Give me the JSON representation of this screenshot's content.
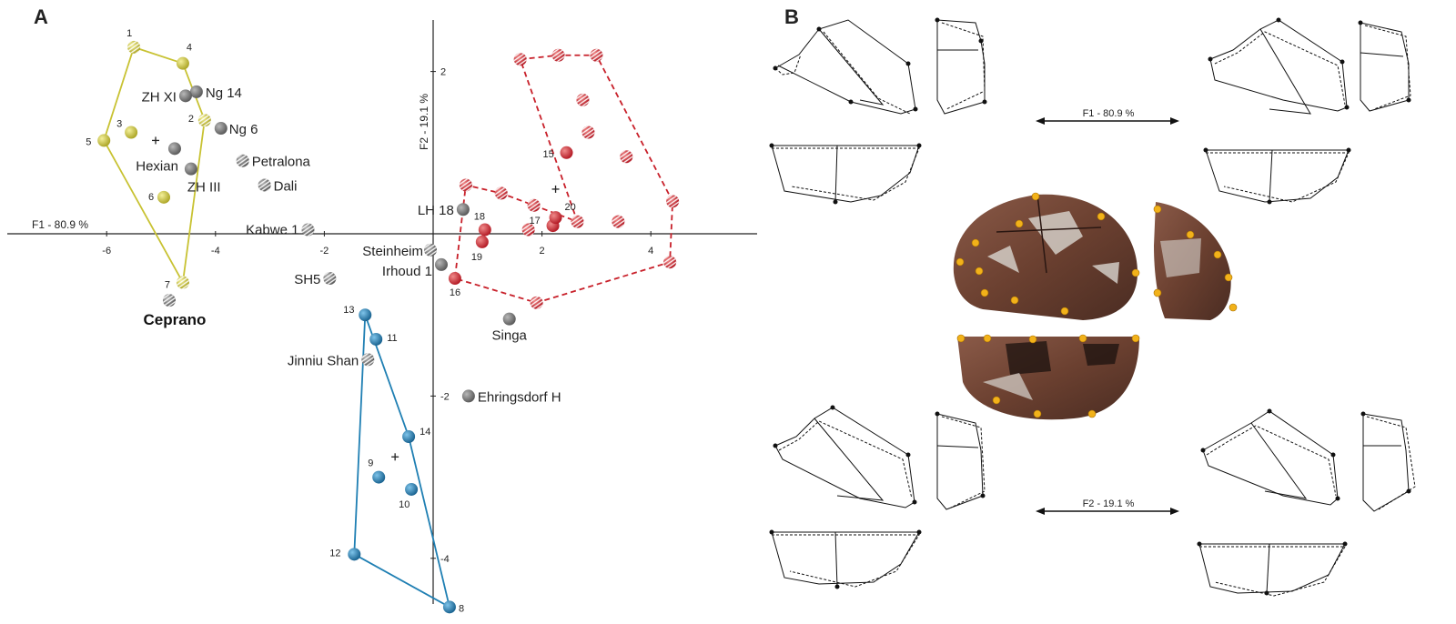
{
  "panels": {
    "a": "A",
    "b": "B"
  },
  "chart_data": {
    "type": "scatter",
    "xlabel": "F1 - 80.9 %",
    "ylabel": "F2 - 19.1 %",
    "xlim": [
      -7.8,
      6
    ],
    "ylim": [
      -4.7,
      2.6
    ],
    "xticks": [
      -6,
      -4,
      -2,
      2,
      4
    ],
    "yticks": [
      2,
      -2,
      -4
    ],
    "xtick_labels": [
      "-6",
      "-4",
      "-2",
      "2",
      "4"
    ],
    "ytick_labels": [
      "2",
      "-2",
      "-4"
    ],
    "groups": [
      {
        "color": "#c8c232",
        "centroid": [
          -5.1,
          1.15
        ],
        "hull": [
          "1",
          "4",
          "2",
          "7",
          "5"
        ],
        "points": [
          {
            "label": "1",
            "x": -5.5,
            "y": 2.3,
            "striped": true
          },
          {
            "label": "4",
            "x": -4.6,
            "y": 2.1,
            "striped": false
          },
          {
            "label": "2",
            "x": -4.2,
            "y": 1.4,
            "striped": true
          },
          {
            "label": "3",
            "x": -5.55,
            "y": 1.25,
            "striped": false
          },
          {
            "label": "5",
            "x": -6.05,
            "y": 1.15,
            "striped": false
          },
          {
            "label": "6",
            "x": -4.95,
            "y": 0.45,
            "striped": false
          },
          {
            "label": "7",
            "x": -4.6,
            "y": -0.6,
            "striped": true
          }
        ]
      },
      {
        "color": "#c8202a",
        "centroid": [
          2.25,
          0.55
        ],
        "hull": [
          "u1",
          "u2",
          "u3",
          "u4",
          "u5",
          "u6",
          "u7",
          "u8",
          "u9",
          "u10",
          "u11"
        ],
        "points": [
          {
            "label": "",
            "id": "u1",
            "x": 1.6,
            "y": 2.15,
            "striped": true
          },
          {
            "label": "",
            "id": "u2",
            "x": 2.3,
            "y": 2.2,
            "striped": true
          },
          {
            "label": "",
            "id": "u3",
            "x": 3.0,
            "y": 2.2,
            "striped": true
          },
          {
            "label": "",
            "id": "u4",
            "x": 4.4,
            "y": 0.4,
            "striped": true
          },
          {
            "label": "",
            "id": "u5",
            "x": 4.35,
            "y": -0.35,
            "striped": true
          },
          {
            "label": "",
            "id": "u6",
            "x": 1.9,
            "y": -0.85,
            "striped": true
          },
          {
            "label": "16",
            "id": "u7",
            "x": 0.4,
            "y": -0.55,
            "striped": false
          },
          {
            "label": "",
            "id": "u8",
            "x": 0.6,
            "y": 0.6,
            "striped": true
          },
          {
            "label": "",
            "id": "u9",
            "x": 1.25,
            "y": 0.5,
            "striped": true
          },
          {
            "label": "",
            "id": "u10",
            "x": 1.85,
            "y": 0.35,
            "striped": true
          },
          {
            "label": "",
            "id": "u11",
            "x": 2.65,
            "y": 0.15,
            "striped": true
          },
          {
            "label": "",
            "x": 2.75,
            "y": 1.65,
            "striped": true
          },
          {
            "label": "",
            "x": 2.85,
            "y": 1.25,
            "striped": true
          },
          {
            "label": "",
            "x": 3.55,
            "y": 0.95,
            "striped": true
          },
          {
            "label": "15",
            "x": 2.45,
            "y": 1.0,
            "striped": false
          },
          {
            "label": "",
            "x": 3.4,
            "y": 0.15,
            "striped": true
          },
          {
            "label": "17",
            "x": 2.2,
            "y": 0.1,
            "striped": false
          },
          {
            "label": "",
            "x": 1.75,
            "y": 0.05,
            "striped": true
          },
          {
            "label": "18",
            "x": 0.95,
            "y": 0.05,
            "striped": false
          },
          {
            "label": "19",
            "x": 0.9,
            "y": -0.1,
            "striped": false
          },
          {
            "label": "20",
            "x": 2.25,
            "y": 0.2,
            "striped": false
          }
        ]
      },
      {
        "color": "#1f7fb3",
        "centroid": [
          -0.7,
          -2.75
        ],
        "hull": [
          "13",
          "14",
          "8",
          "12"
        ],
        "points": [
          {
            "label": "13",
            "x": -1.25,
            "y": -1.0,
            "striped": false
          },
          {
            "label": "11",
            "x": -1.05,
            "y": -1.3,
            "striped": false
          },
          {
            "label": "14",
            "x": -0.45,
            "y": -2.5,
            "striped": false
          },
          {
            "label": "9",
            "x": -1.0,
            "y": -3.0,
            "striped": false
          },
          {
            "label": "10",
            "x": -0.4,
            "y": -3.15,
            "striped": false
          },
          {
            "label": "12",
            "x": -1.45,
            "y": -3.95,
            "striped": false
          },
          {
            "label": "8",
            "x": 0.3,
            "y": -4.6,
            "striped": false
          }
        ]
      }
    ],
    "specimens": [
      {
        "label": "Ng 14",
        "x": -4.35,
        "y": 1.75,
        "striped": false
      },
      {
        "label": "ZH XI",
        "x": -4.55,
        "y": 1.7,
        "striped": false
      },
      {
        "label": "Ng 6",
        "x": -3.9,
        "y": 1.3,
        "striped": false
      },
      {
        "label": "Hexian",
        "x": -4.75,
        "y": 1.05,
        "striped": false
      },
      {
        "label": "Petralona",
        "x": -3.5,
        "y": 0.9,
        "striped": true
      },
      {
        "label": "ZH III",
        "x": -4.45,
        "y": 0.8,
        "striped": false
      },
      {
        "label": "Dali",
        "x": -3.1,
        "y": 0.6,
        "striped": true
      },
      {
        "label": "LH 18",
        "x": 0.55,
        "y": 0.3,
        "striped": false
      },
      {
        "label": "Kabwe 1",
        "x": -2.3,
        "y": 0.05,
        "striped": true
      },
      {
        "label": "Steinheim",
        "x": -0.05,
        "y": -0.2,
        "striped": true
      },
      {
        "label": "Irhoud 1",
        "x": 0.15,
        "y": -0.38,
        "striped": false
      },
      {
        "label": "SH5",
        "x": -1.9,
        "y": -0.55,
        "striped": true
      },
      {
        "label": "Ceprano",
        "x": -4.85,
        "y": -0.82,
        "striped": true
      },
      {
        "label": "Singa",
        "x": 1.4,
        "y": -1.05,
        "striped": false
      },
      {
        "label": "Jinniu Shan",
        "x": -1.2,
        "y": -1.55,
        "striped": true
      },
      {
        "label": "Ehringsdorf H",
        "x": 0.65,
        "y": -2.0,
        "striped": false
      }
    ]
  },
  "panel_b": {
    "f1_label": "F1 - 80.9 %",
    "f2_label": "F2 - 19.1 %"
  }
}
